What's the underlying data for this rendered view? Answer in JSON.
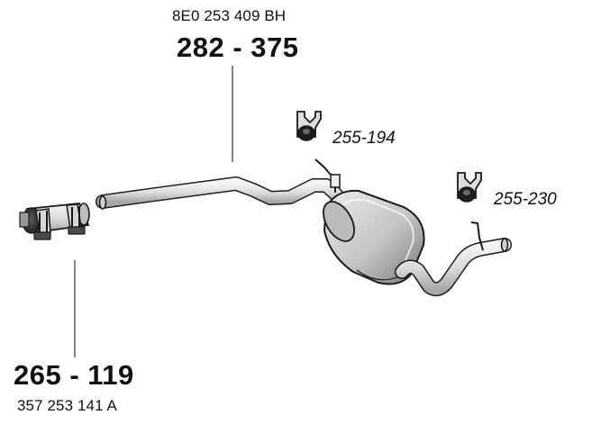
{
  "labels": {
    "main_pipe_oem": "8E0 253 409 BH",
    "main_pipe_part": "282 - 375",
    "clamp_part": "265 - 119",
    "clamp_oem": "357 253 141 A",
    "hanger_front_ref": "255-194",
    "hanger_rear_ref": "255-230"
  }
}
